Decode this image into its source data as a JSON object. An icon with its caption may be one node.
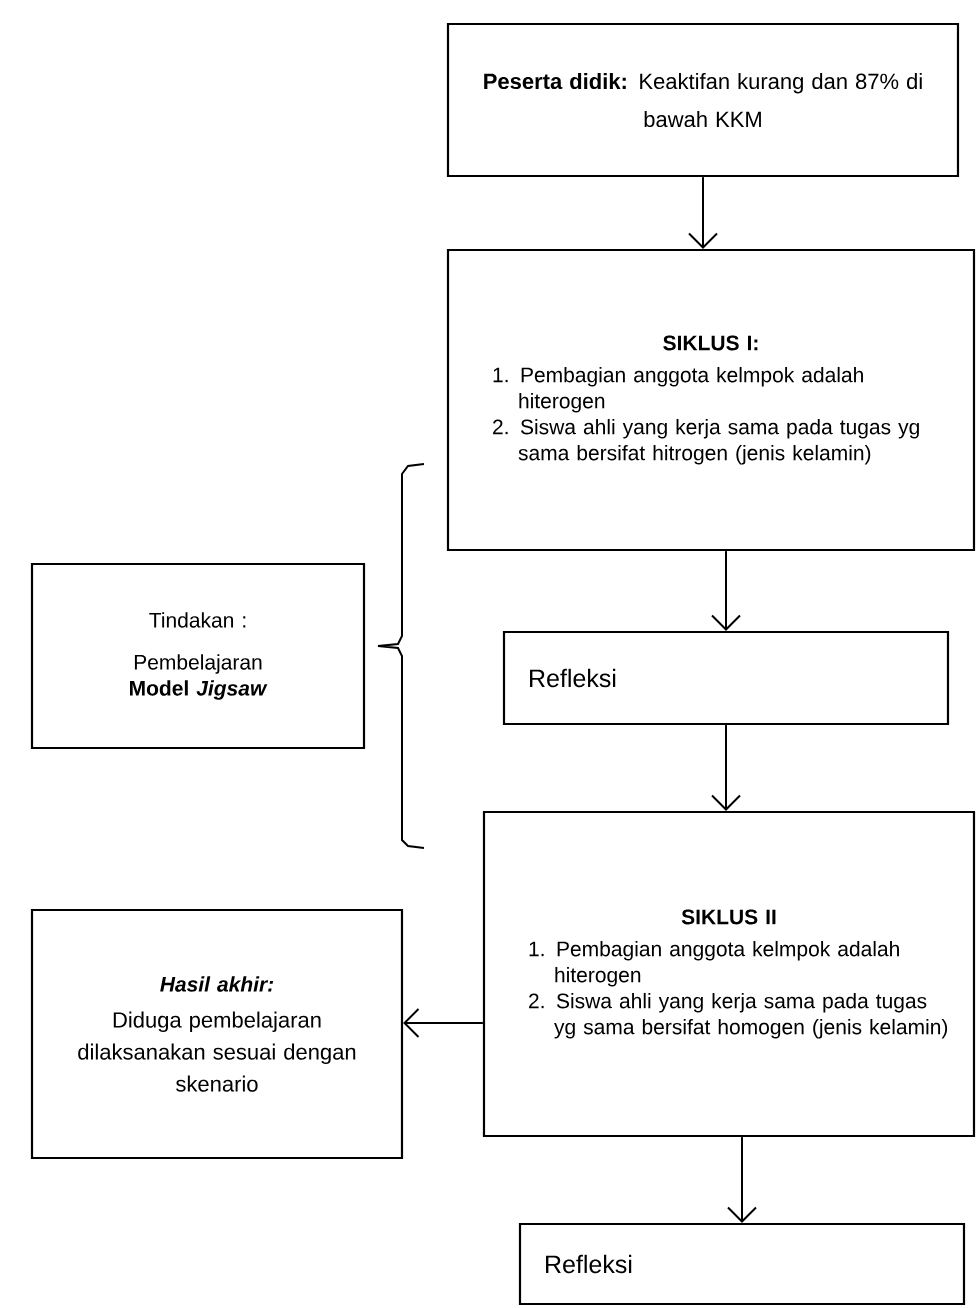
{
  "diagram": {
    "nodes": [
      {
        "text": [
          "**Peserta didik:** Keaktifan kurang dan 87% di bawah KKM"
        ]
      },
      {
        "text": [
          "SIKLUS I:",
          "1. Pembagian anggota kelmpok adalah hiterogen",
          "2. Siswa ahli yang kerja sama pada tugas yg sama bersifat hitrogen (jenis kelamin)"
        ]
      },
      {
        "text": [
          "Tindakan :",
          "Pembelajaran",
          "Model *Jigsaw*"
        ]
      },
      {
        "text": [
          "Refleksi"
        ]
      },
      {
        "text": [
          "SIKLUS II",
          "1. Pembagian anggota kelmpok adalah hiterogen",
          "2. Siswa ahli yang kerja sama pada tugas yg sama bersifat homogen (jenis kelamin)"
        ]
      },
      {
        "text": [
          "Hasil akhir:",
          "Diduga pembelajaran dilaksanakan sesuai dengan skenario"
        ]
      },
      {
        "text": [
          "Refleksi"
        ]
      }
    ],
    "edges": [
      {
        "from": 0,
        "to": 1,
        "arrow": "to"
      },
      {
        "from": 1,
        "to": 3,
        "arrow": "to"
      },
      {
        "from": 3,
        "to": 4,
        "arrow": "to"
      },
      {
        "from": 4,
        "to": 5,
        "arrow": "to"
      },
      {
        "from": 4,
        "to": 6,
        "arrow": "to"
      }
    ]
  }
}
